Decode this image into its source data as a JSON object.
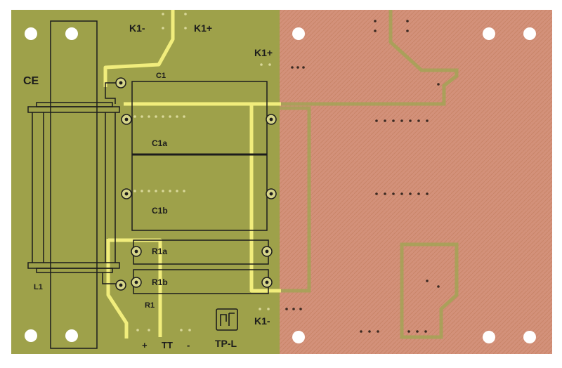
{
  "board": {
    "labels": {
      "k1_minus_top": "K1-",
      "k1_plus_top": "K1+",
      "k1_plus_right": "K1+",
      "ce_mark": "CE",
      "c1": "C1",
      "c1a": "C1a",
      "c1b": "C1b",
      "r1a": "R1a",
      "r1b": "R1b",
      "r1": "R1",
      "l1": "L1",
      "plus": "+",
      "tt": "TT",
      "minus": "-",
      "tp_l": "TP-L",
      "k1_minus_bottom": "K1-"
    }
  },
  "colors": {
    "substrate": "#9fa24a",
    "copper": "#d08e70",
    "trace": "#f2ee7c",
    "silkscreen": "#1c1c1c"
  }
}
